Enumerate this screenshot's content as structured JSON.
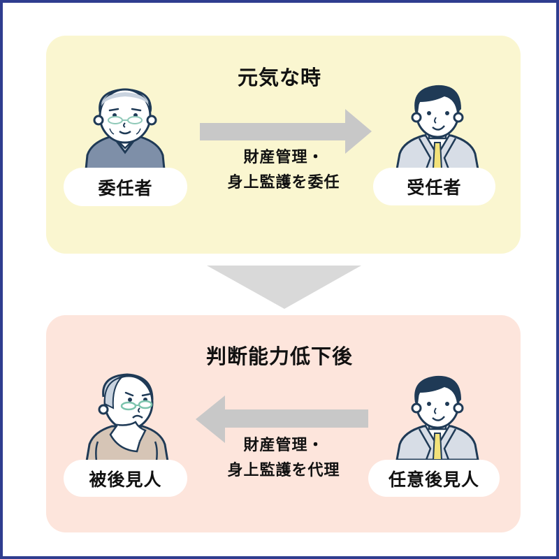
{
  "colors": {
    "border": "#2f3d8f",
    "top_panel_bg": "#faf6d0",
    "bottom_panel_bg": "#fde5dc",
    "arrow_gray": "#c8c8c8",
    "down_arrow_gray": "#d9d9d9",
    "outline_navy": "#1f3a56",
    "tie_yellow": "#f3e27a"
  },
  "top_panel": {
    "title": "元気な時",
    "left_person": {
      "icon": "elderly-man-smiling-icon",
      "label": "委任者"
    },
    "right_person": {
      "icon": "businessman-icon",
      "label": "受任者"
    },
    "arrow": {
      "direction": "right",
      "line1": "財産管理・",
      "line2": "身上監護を委任"
    }
  },
  "transition_arrow": {
    "direction": "down"
  },
  "bottom_panel": {
    "title": "判断能力低下後",
    "left_person": {
      "icon": "elderly-man-worried-icon",
      "label": "被後見人"
    },
    "right_person": {
      "icon": "businessman-icon",
      "label": "任意後見人"
    },
    "arrow": {
      "direction": "left",
      "line1": "財産管理・",
      "line2": "身上監護を代理"
    }
  }
}
